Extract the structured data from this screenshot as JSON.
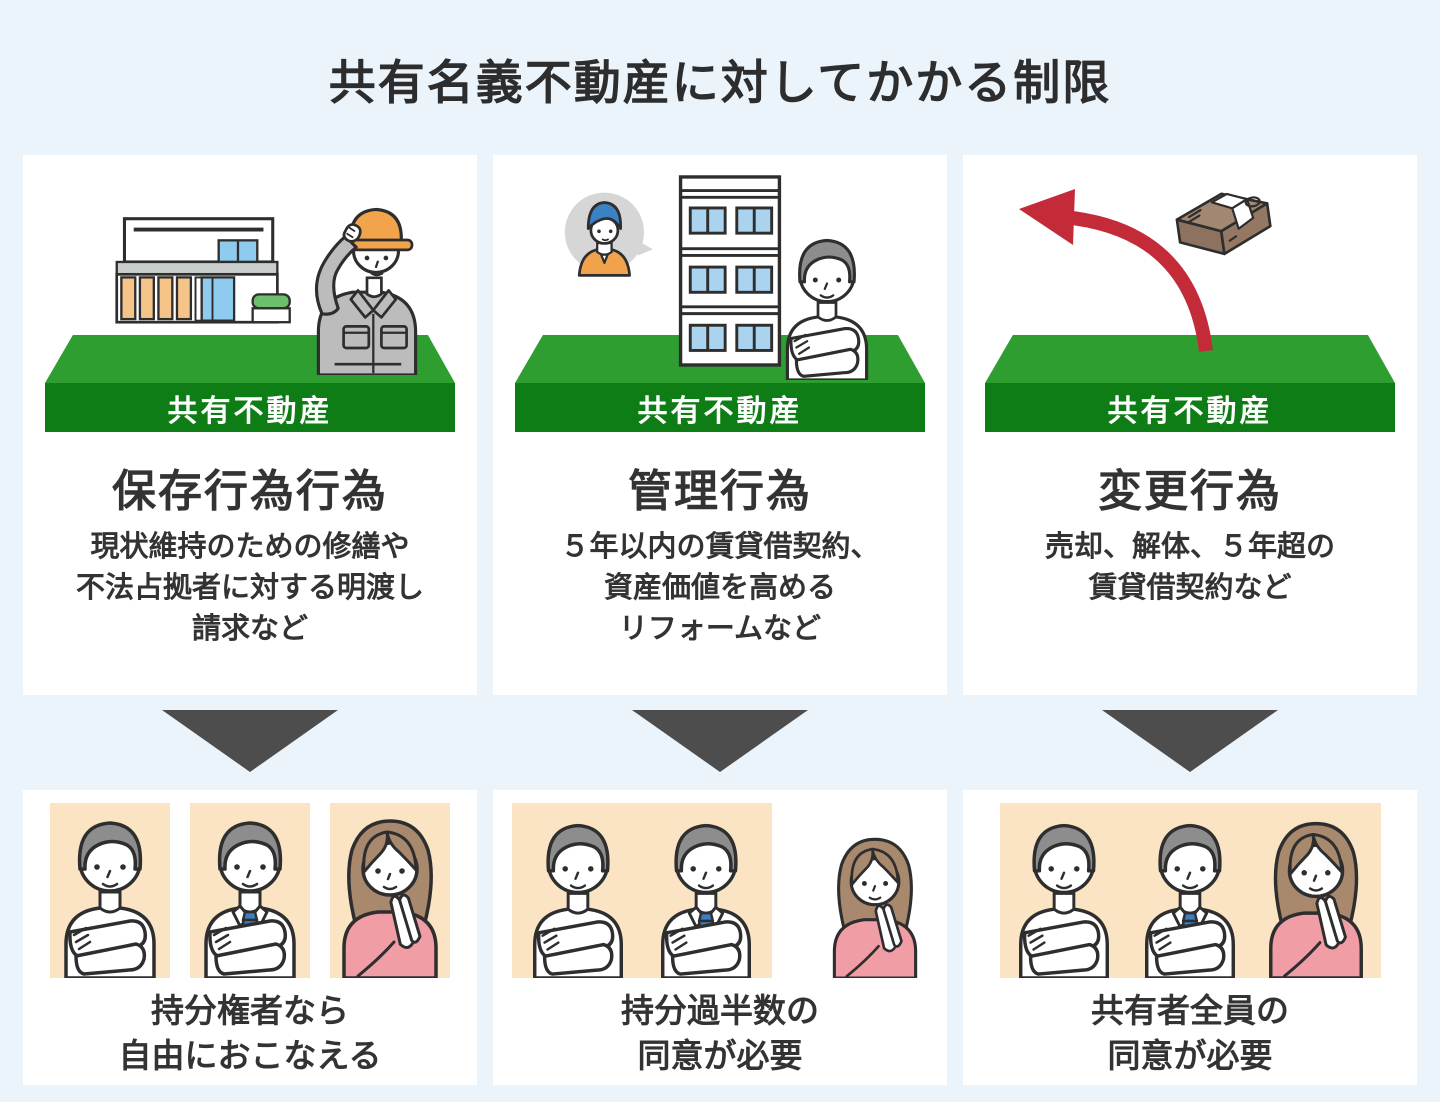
{
  "title": "共有名義不動産に対してかかる制限",
  "columns": [
    {
      "id": "preservation",
      "platform_label": "共有不動産",
      "heading": "保存行為行為",
      "body": "現状維持のための修繕や\n不法占拠者に対する明渡し\n請求など",
      "result": "持分権者なら\n自由におこなえる",
      "illustration": "house-and-worker",
      "consent_rule": "each-co-owner-highlighted"
    },
    {
      "id": "management",
      "platform_label": "共有不動産",
      "heading": "管理行為",
      "body": "５年以内の賃貸借契約、\n資産価値を高める\nリフォームなど",
      "result": "持分過半数の\n同意が必要",
      "illustration": "apartment-building-owner-and-tenant-bubble",
      "consent_rule": "majority-two-highlighted"
    },
    {
      "id": "change",
      "platform_label": "共有不動産",
      "heading": "変更行為",
      "body": "売却、解体、５年超の\n賃貸借契約など",
      "result": "共有者全員の\n同意が必要",
      "illustration": "money-leaving-red-arrow",
      "consent_rule": "all-three-highlighted"
    }
  ],
  "colors": {
    "background": "#ebf3fb",
    "card": "#ffffff",
    "platform_top_green": "#2f9e31",
    "platform_front_green": "#0f7d16",
    "down_arrow_gray": "#4d4d4d",
    "highlight_peach": "#fae4c3",
    "accent_red": "#c42b39",
    "text_dark": "#333333",
    "tie_blue": "#3c7ec0",
    "sweater_pink": "#f19da6",
    "helmet_orange": "#f2a44c",
    "window_blue": "#8fcbee"
  }
}
